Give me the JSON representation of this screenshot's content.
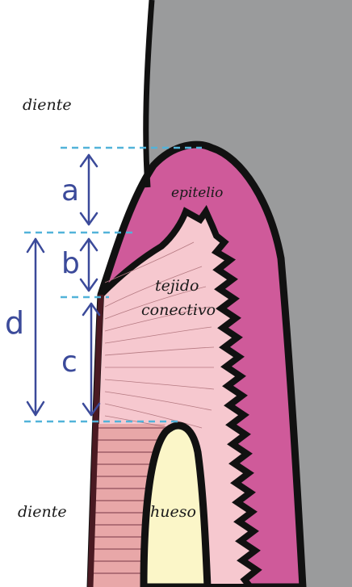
{
  "labels": {
    "diente_top": "diente",
    "diente_bottom": "diente",
    "epitelio": "epitelio",
    "tejido_line1": "tejido",
    "tejido_line2": "conectivo",
    "hueso": "hueso"
  },
  "measures": {
    "a": "a",
    "b": "b",
    "c": "c",
    "d": "d"
  },
  "colors": {
    "tooth": "#9a9b9c",
    "epithelium": "#cf5a9a",
    "connective": "#f6c8cf",
    "connective_lower": "#e8a7a8",
    "bone": "#fbf6c8",
    "outline": "#111111",
    "dimension": "#3b4a9a",
    "guide_line": "#52b3d9"
  }
}
